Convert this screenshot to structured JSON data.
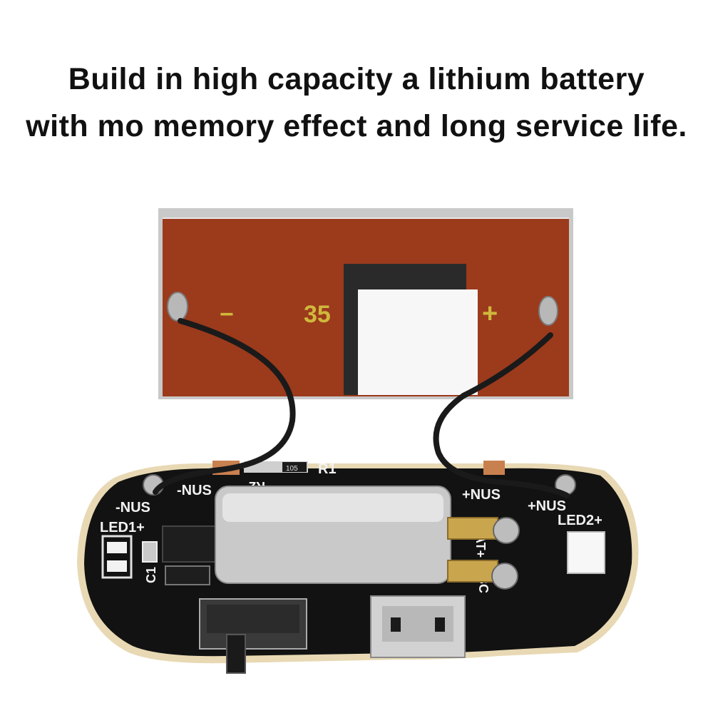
{
  "caption": {
    "line1": "Build in high capacity a lithium battery",
    "line2": "with mo memory effect and long service life."
  },
  "panel": {
    "minus": "−",
    "value": "35",
    "plus": "+"
  },
  "pcb_labels": {
    "r1": "R1",
    "r2": "R2",
    "r_code": "105",
    "sun_minus_top": "-NUS",
    "sun_minus": "-NUS",
    "sun_plus_top": "+NUS",
    "sun_plus": "+NUS",
    "led1": "LED1+",
    "led2": "LED2+",
    "c1": "C1",
    "bat": "BAT+",
    "bc": "BC"
  },
  "colors": {
    "panel": "#9c3a1c",
    "pcb": "#121212",
    "pcb_edge": "#e8d9b4",
    "battery": "#c9c9c9"
  }
}
